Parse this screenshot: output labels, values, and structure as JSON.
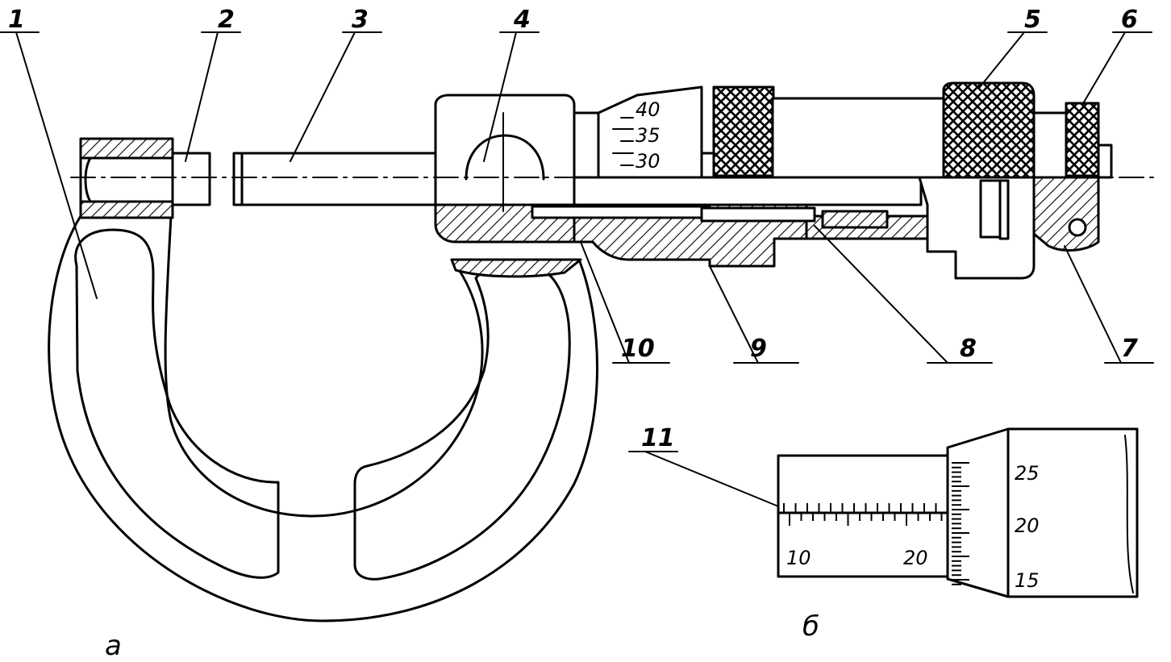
{
  "figure": {
    "part_labels": [
      "1",
      "2",
      "3",
      "4",
      "5",
      "6",
      "7",
      "8",
      "9",
      "10",
      "11"
    ],
    "thimble_scale_a": [
      "40",
      "35",
      "30"
    ],
    "thimble_scale_b": [
      "25",
      "20",
      "15"
    ],
    "sleeve_scale_b": [
      "10",
      "20"
    ],
    "caption_a": "а",
    "caption_b": "б"
  }
}
